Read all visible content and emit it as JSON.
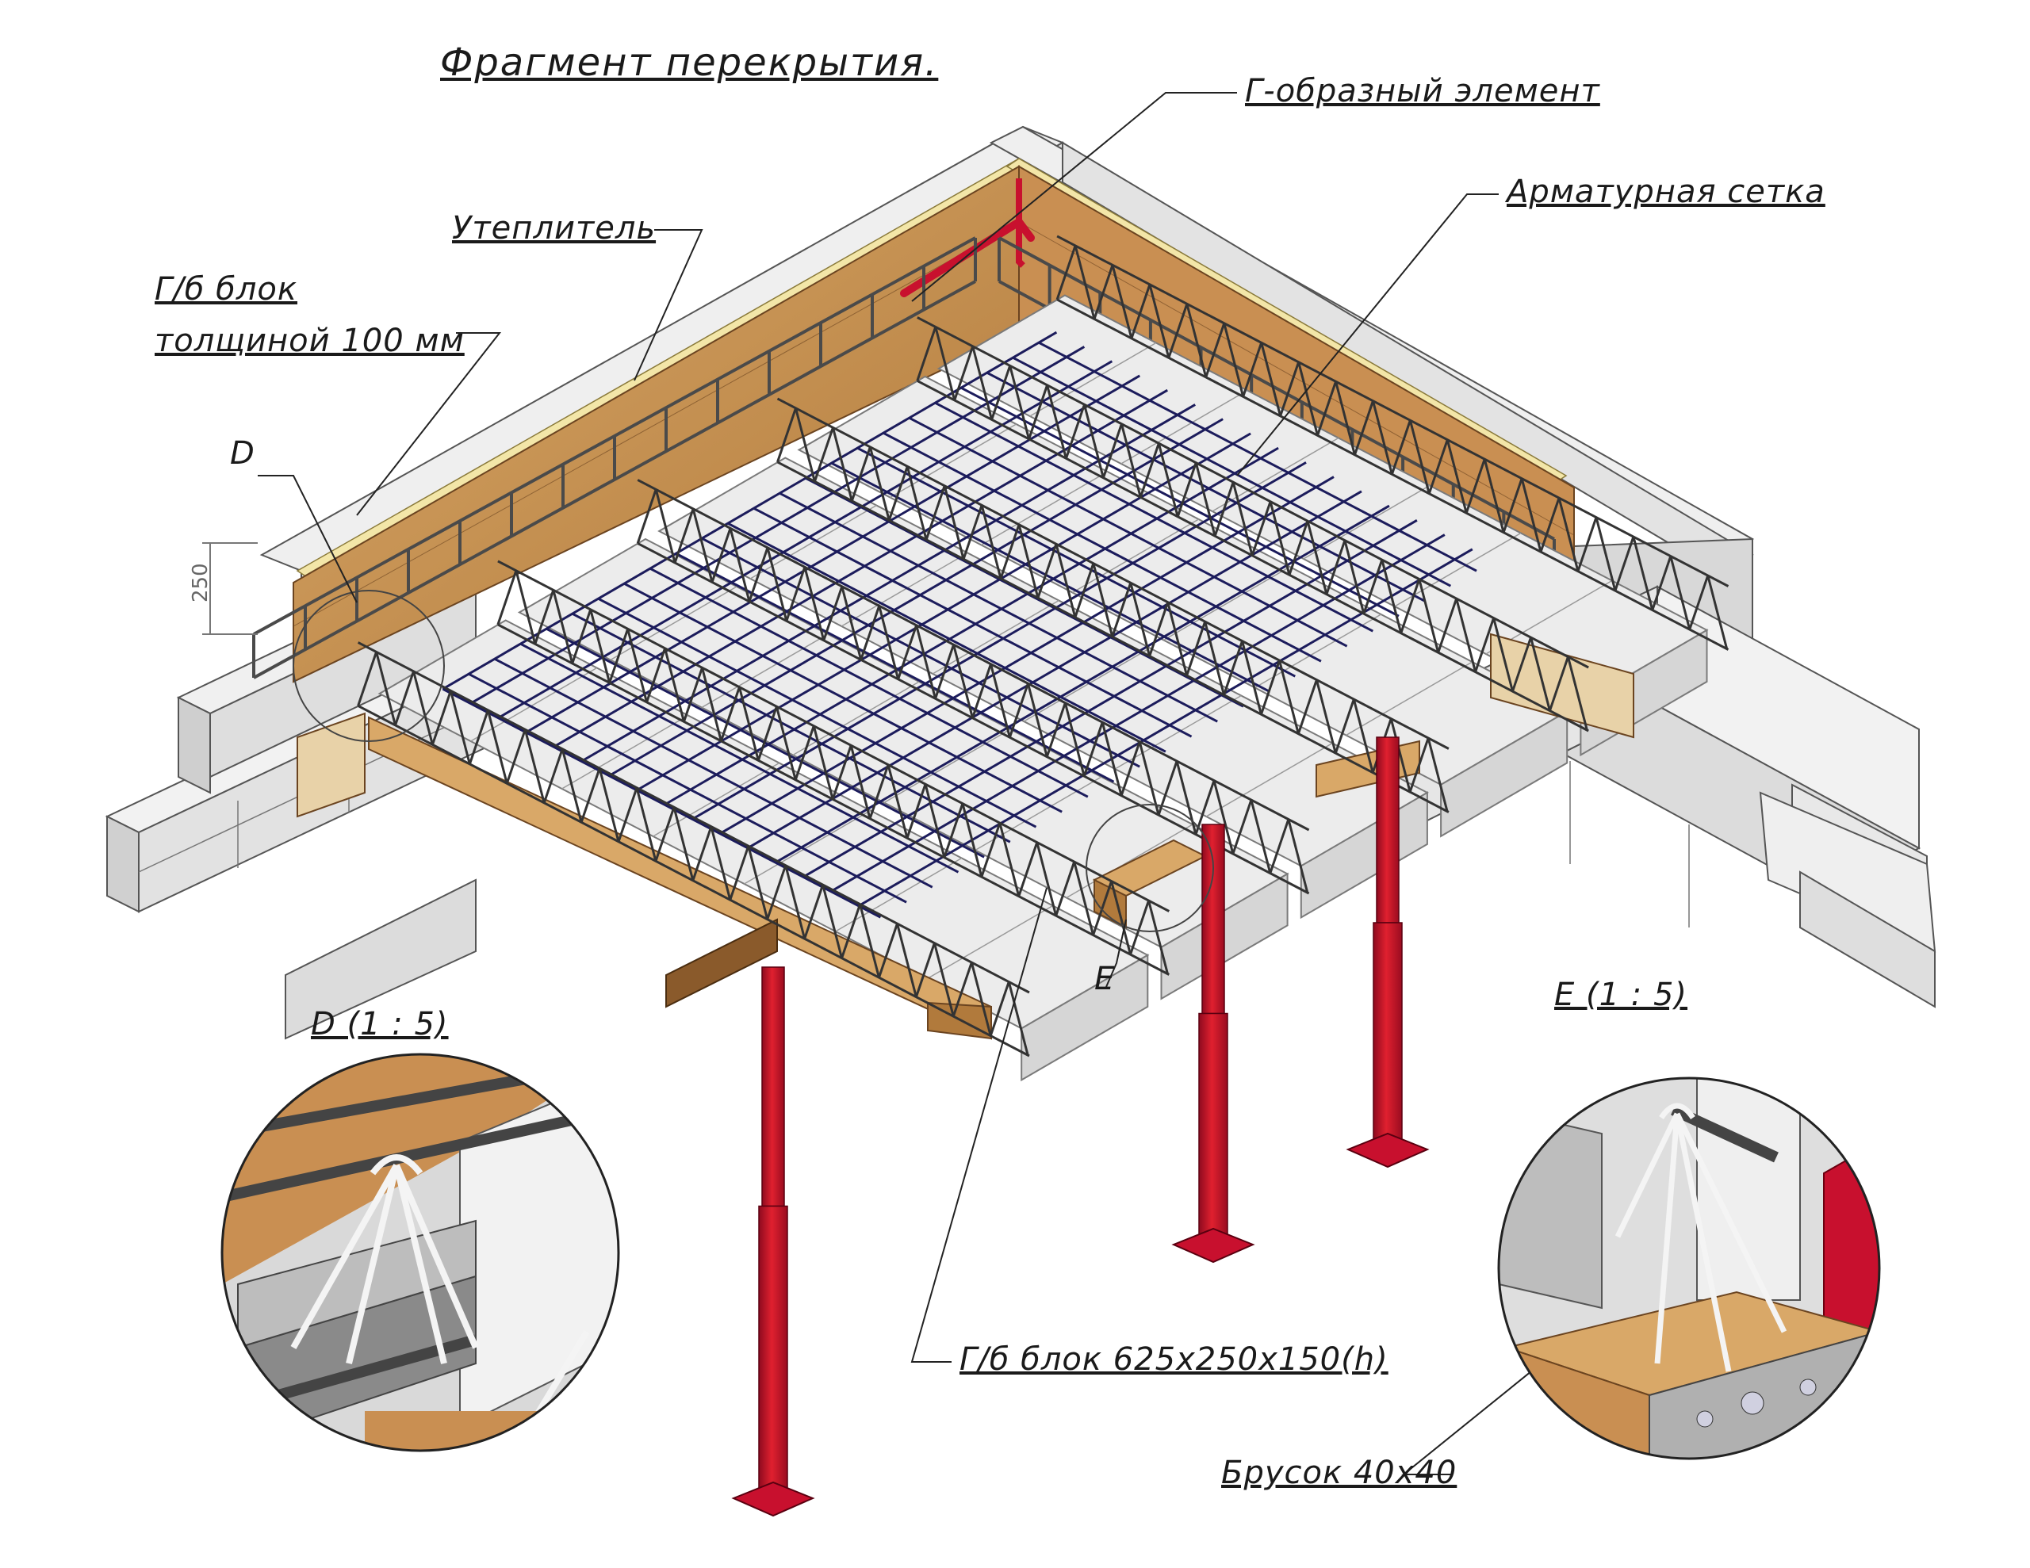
{
  "title": "Фрагмент перекрытия.",
  "labels": {
    "l_element": "Г-образный элемент",
    "mesh": "Арматурная сетка",
    "insulation": "Утеплитель",
    "wall_block_line1": "Г/б блок",
    "wall_block_line2": "толщиной 100 мм",
    "callout_d": "D",
    "callout_e": "E",
    "slab_block": "Г/б блок 625x250x150(h)",
    "bar": "Брусок 40x40",
    "detail_d": "D (1 : 5)",
    "detail_e": "E (1 : 5)"
  },
  "dimension": {
    "height": "250"
  },
  "colors": {
    "block": "#e6e6e6",
    "block_dark": "#bdbdbd",
    "insulation": "#f3e6a8",
    "timber": "#c98f52",
    "mesh": "#1c1c5c",
    "prop": "#c8102e",
    "rebar": "#555555"
  }
}
